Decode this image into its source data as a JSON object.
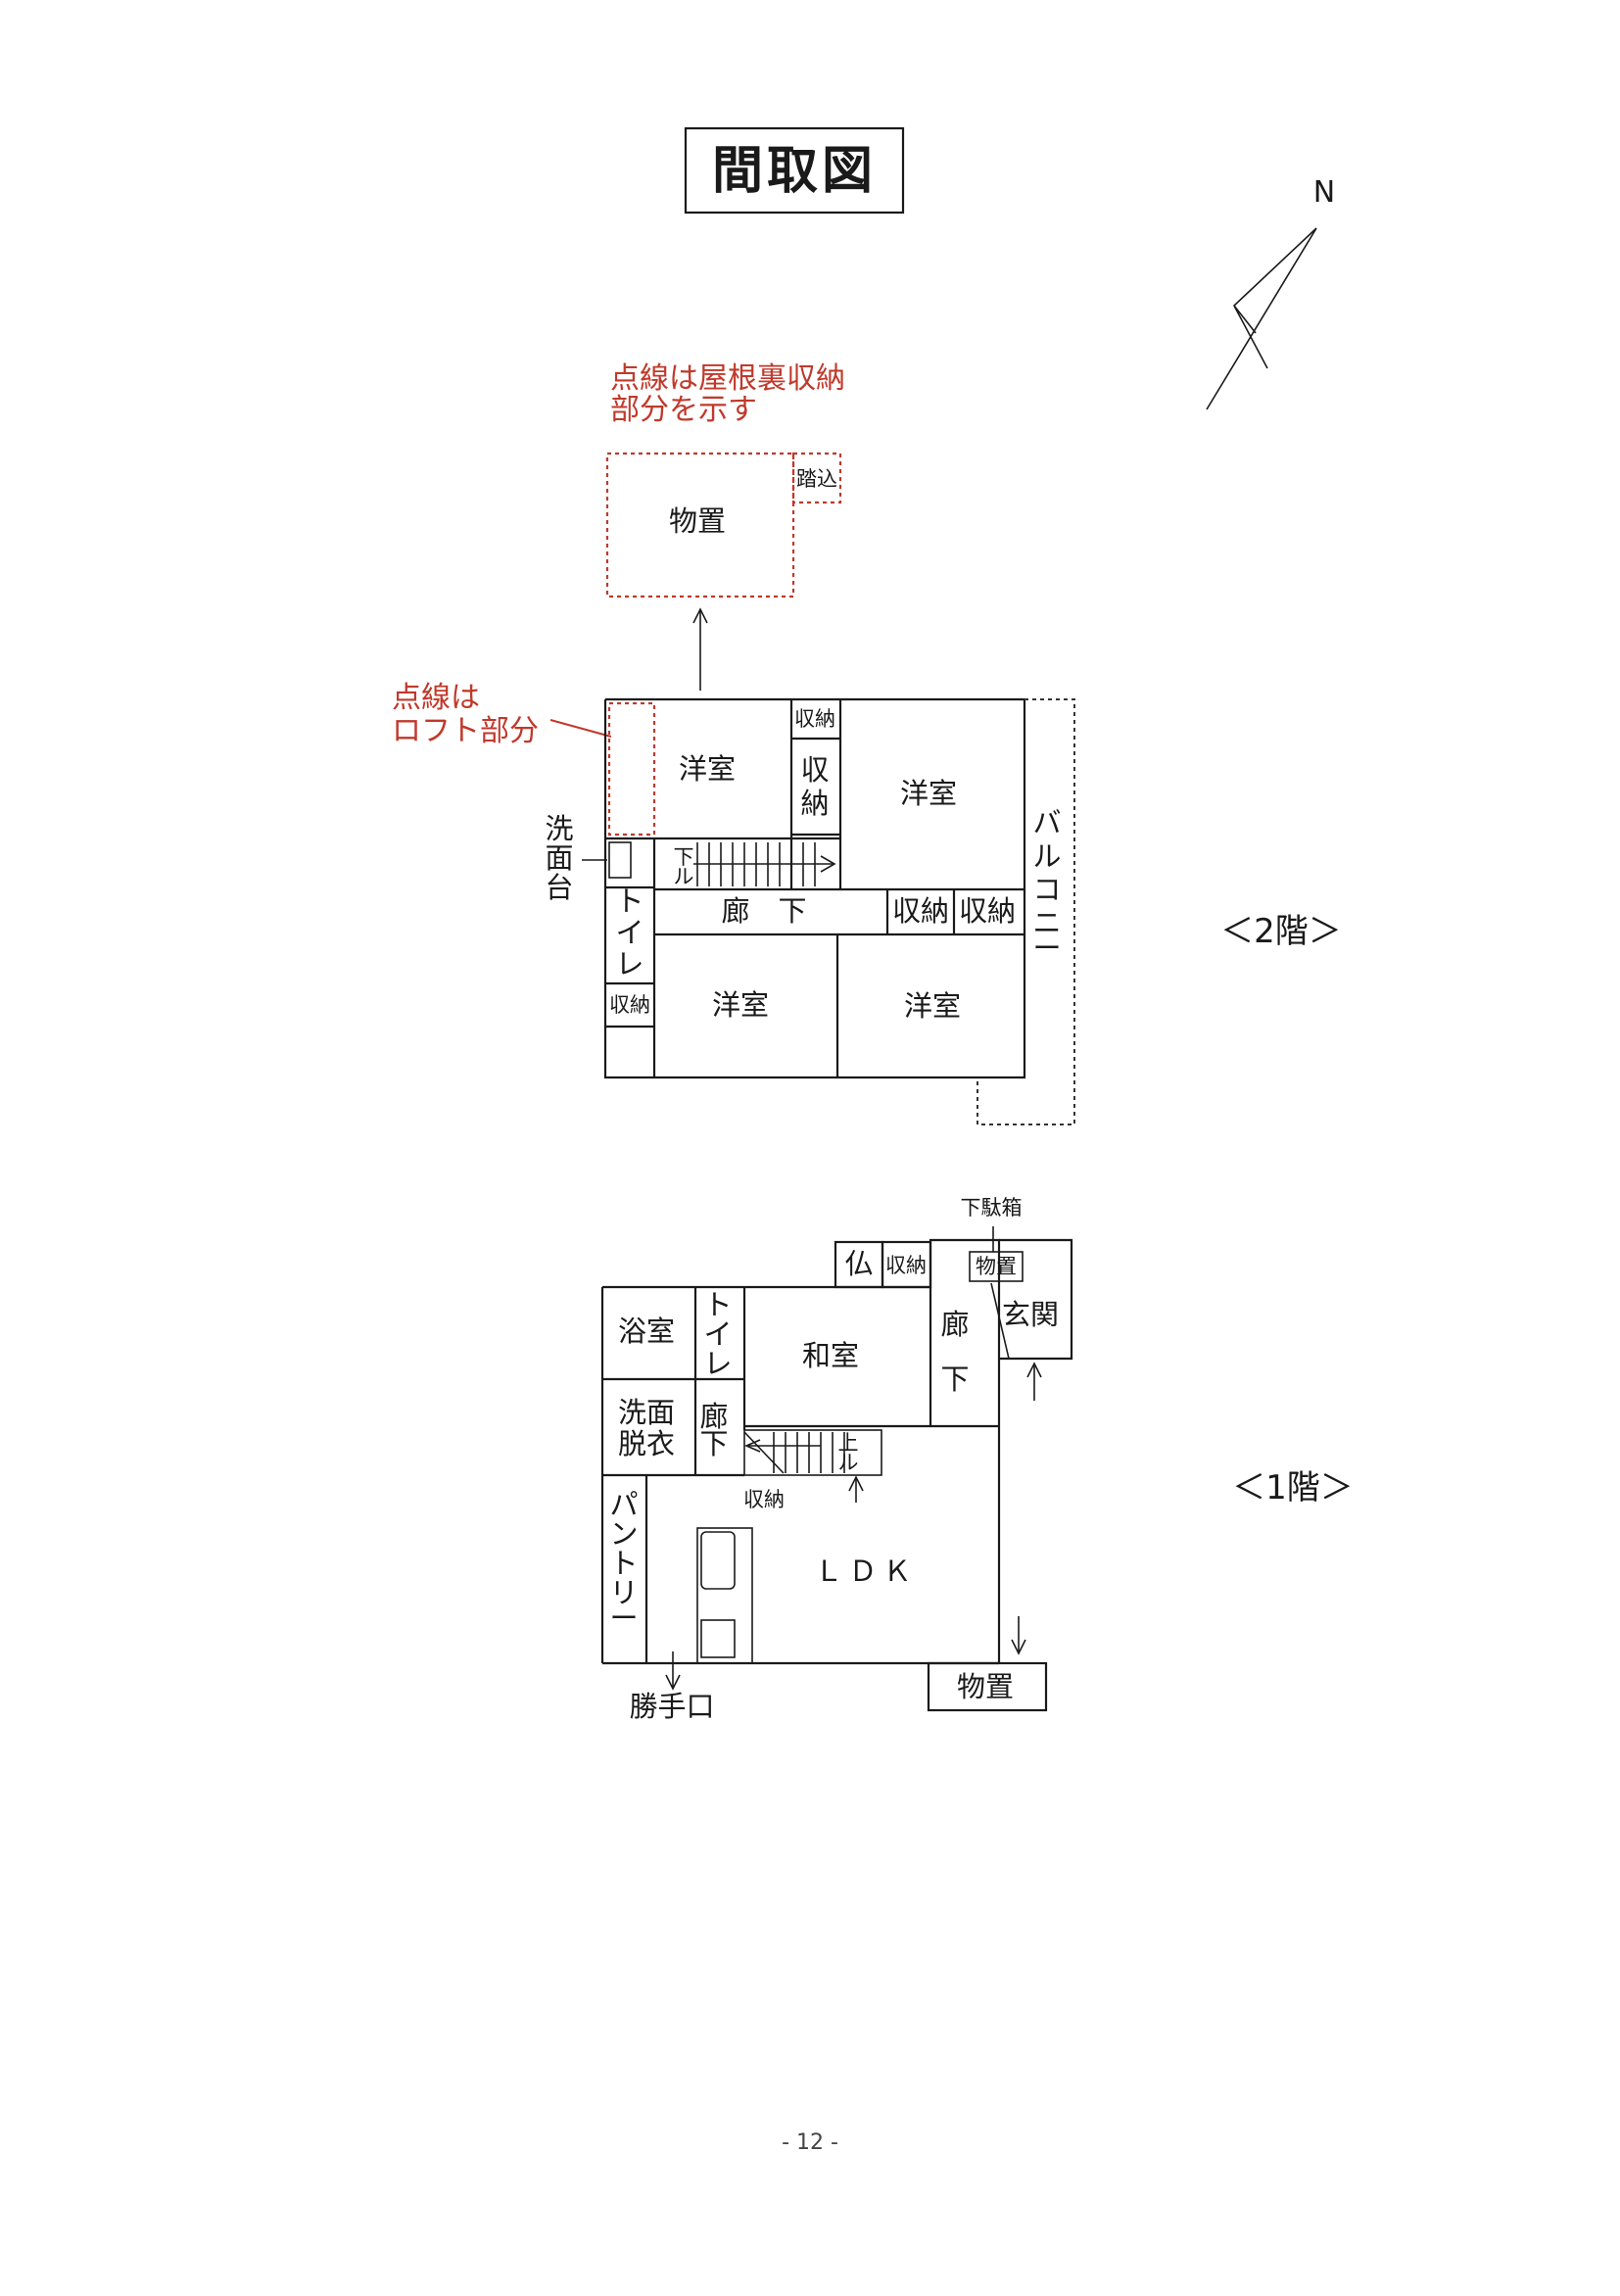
{
  "title": "間取図",
  "compass": {
    "label": "N"
  },
  "notes": {
    "attic_line1": "点線は屋根裏収納",
    "attic_line2": "部分を示す",
    "loft_line1": "点線は",
    "loft_line2": "ロフト部分"
  },
  "attic": {
    "storage": "物置",
    "step": "踏込"
  },
  "floor2": {
    "label": "＜2階＞",
    "room_nw": "洋室",
    "closet_small": "収納",
    "closet_tall": "収納",
    "room_ne": "洋室",
    "sink": "洗面台",
    "stair_down": "下ル",
    "corridor": "廊　下",
    "closet_hall1": "収納",
    "closet_hall2": "収納",
    "balcony": "バルコニー",
    "toilet": "トイレ",
    "closet_sw": "収納",
    "room_sw": "洋室",
    "room_se": "洋室"
  },
  "floor1": {
    "label": "＜1階＞",
    "shoe_box": "下駄箱",
    "altar": "仏",
    "closet_top": "収納",
    "entry_storage": "物置",
    "entrance": "玄関",
    "bath": "浴室",
    "toilet": "トイレ",
    "japanese_room": "和室",
    "corridor_right": "廊下",
    "washroom_line1": "洗面",
    "washroom_line2": "脱衣",
    "corridor_left": "廊下",
    "stair_up": "上ル",
    "closet_stair": "収納",
    "pantry": "パントリー",
    "ldk": "ＬＤＫ",
    "back_door": "勝手口",
    "outdoor_storage": "物置"
  },
  "page_number": "- 12 -"
}
